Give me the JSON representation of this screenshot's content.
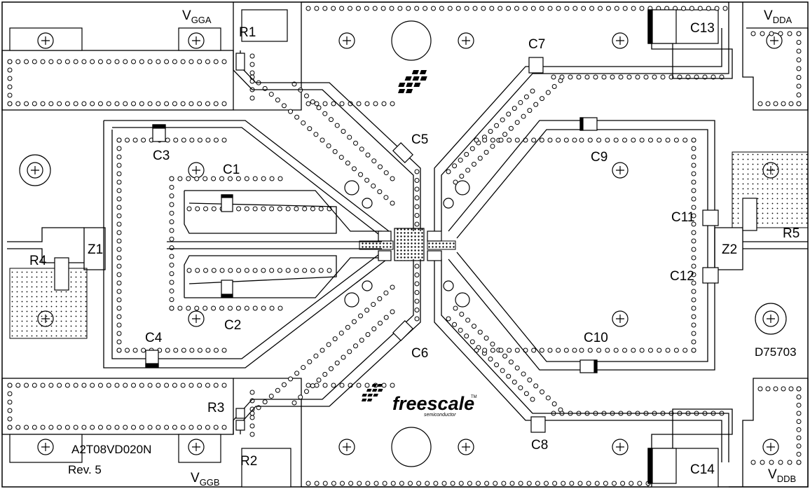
{
  "board": {
    "part_number": "A2T08VD020N",
    "revision": "Rev. 5",
    "drawing_id": "D75703"
  },
  "rails": {
    "vgga_main": "V",
    "vgga_sub": "GGA",
    "vggb_main": "V",
    "vggb_sub": "GGB",
    "vdda_main": "V",
    "vdda_sub": "DDA",
    "vddb_main": "V",
    "vddb_sub": "DDB"
  },
  "components": {
    "R1": "R1",
    "R2": "R2",
    "R3": "R3",
    "R4": "R4",
    "R5": "R5",
    "C1": "C1",
    "C2": "C2",
    "C3": "C3",
    "C4": "C4",
    "C5": "C5",
    "C6": "C6",
    "C7": "C7",
    "C8": "C8",
    "C9": "C9",
    "C10": "C10",
    "C11": "C11",
    "C12": "C12",
    "C13": "C13",
    "C14": "C14",
    "Z1": "Z1",
    "Z2": "Z2"
  },
  "logo": {
    "brand": "freescale",
    "tagline": "semiconductor",
    "tm": "TM"
  },
  "icons": [
    "mounting-hole-icon",
    "freescale-logo-icon"
  ]
}
